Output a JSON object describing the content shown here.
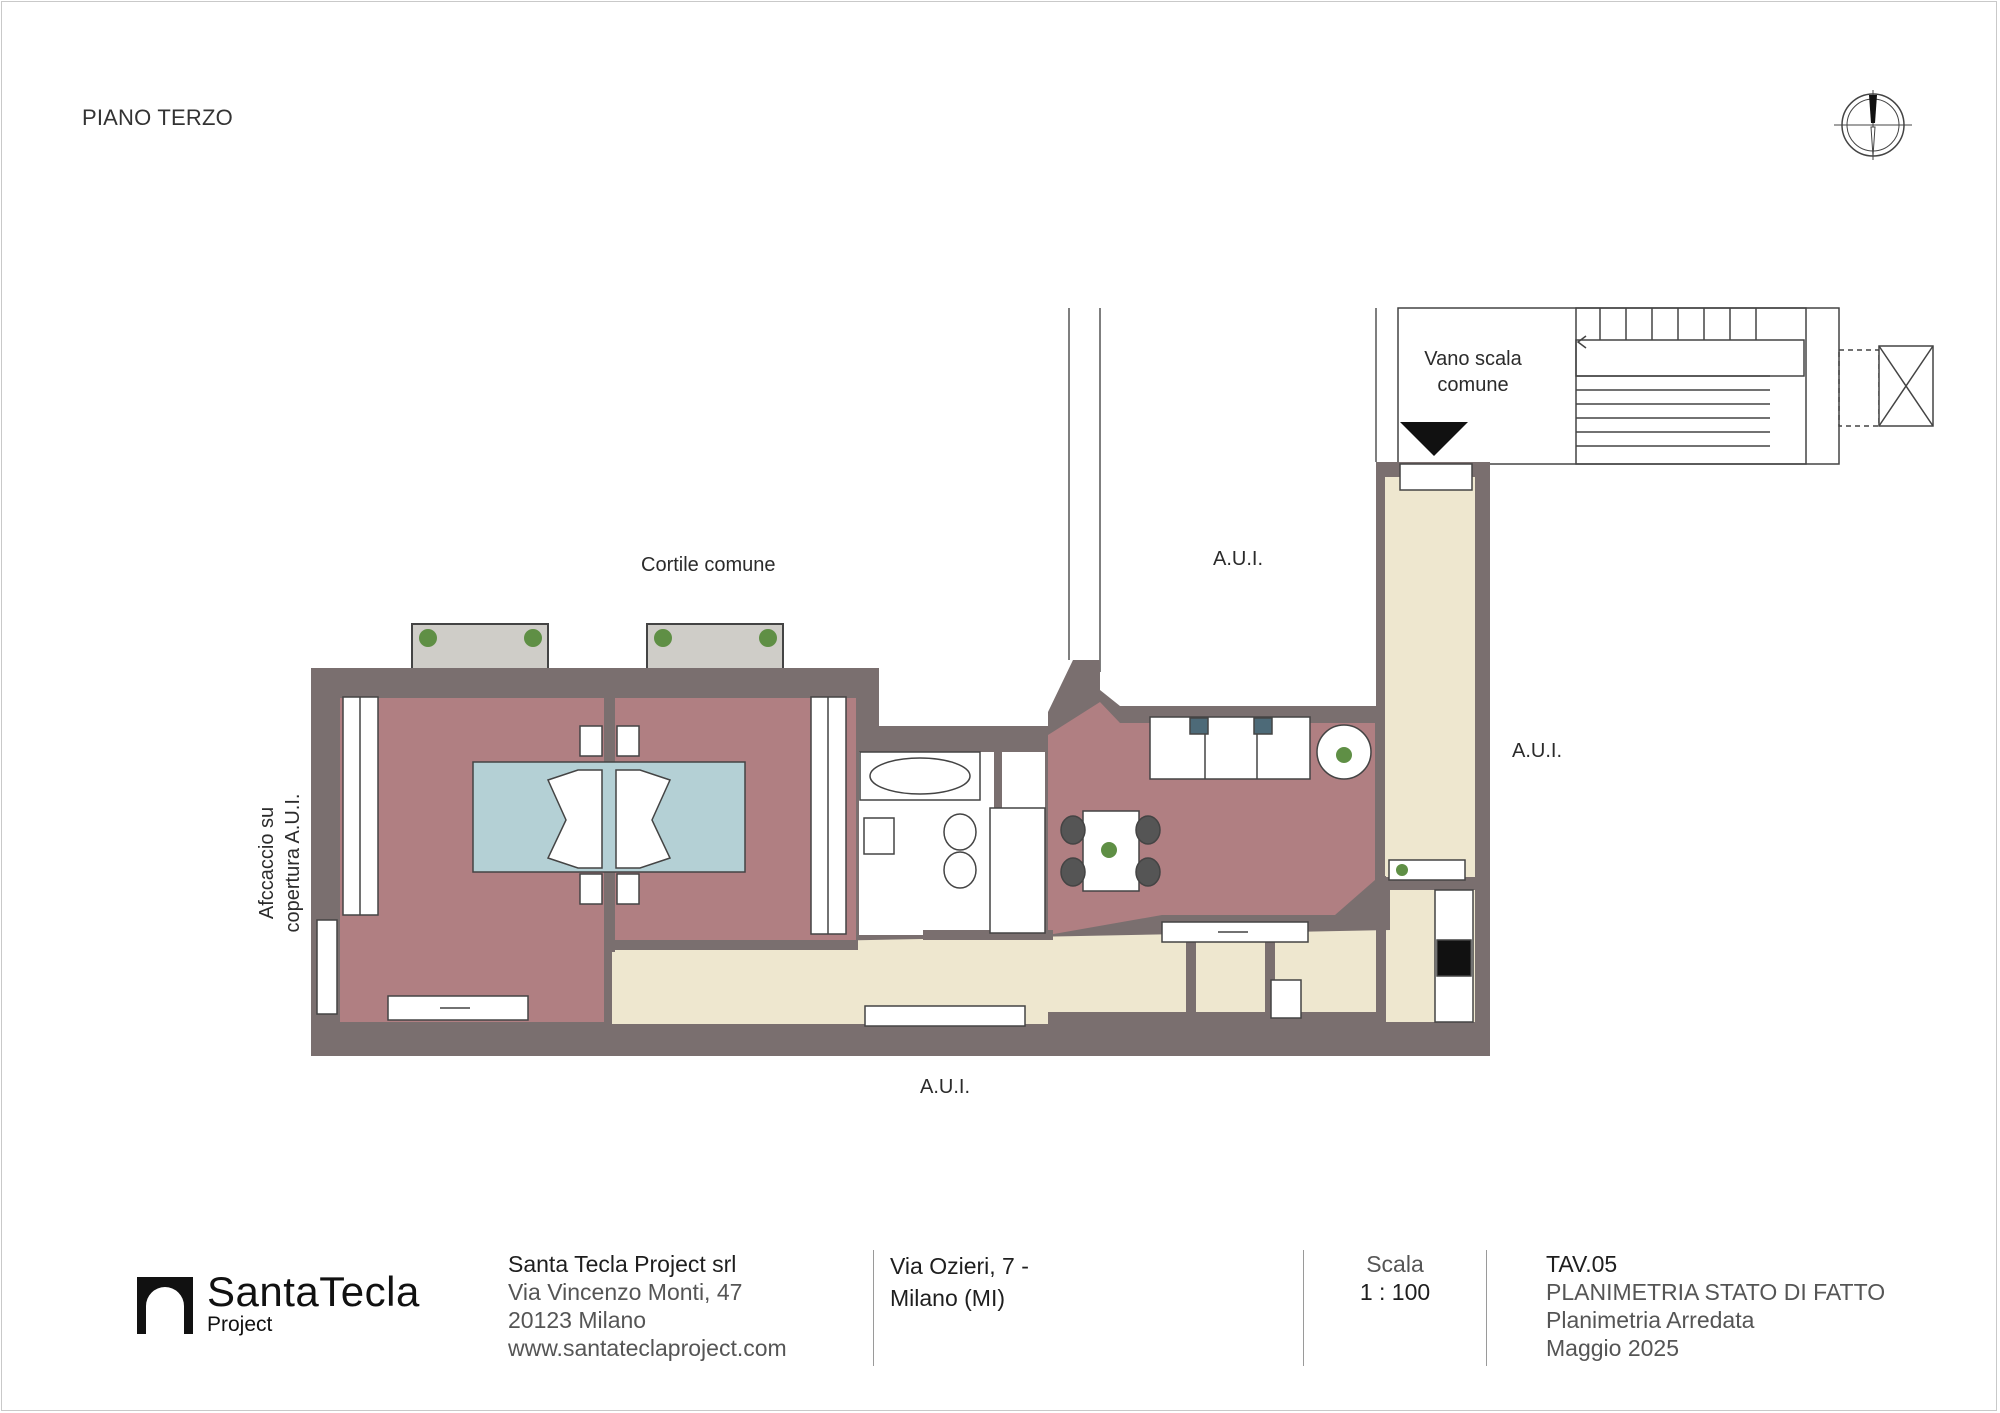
{
  "sheet": {
    "floor_label": "PIANO TERZO"
  },
  "plan_labels": {
    "courtyard": "Cortile comune",
    "aui_top": "A.U.I.",
    "aui_right": "A.U.I.",
    "aui_bottom": "A.U.I.",
    "stair_line1": "Vano scala",
    "stair_line2": "comune",
    "overlook_line1": "Afccaccio su",
    "overlook_line2": "copertura A.U.I."
  },
  "colors": {
    "wall": "#7a6f6f",
    "room_floor": "#b07f82",
    "corridor_floor": "#eee7cf",
    "bathroom_floor": "#ffffff",
    "bed": "#b4d0d5",
    "balcony": "#cfcdc8"
  },
  "footer": {
    "logo_name": "SantaTecla",
    "logo_sub": "Project",
    "company_name": "Santa Tecla Project srl",
    "company_address": "Via Vincenzo Monti, 47",
    "company_city": "20123 Milano",
    "company_web": "www.santateclaproject.com",
    "site_line1": "Via Ozieri, 7 -",
    "site_line2": "Milano (MI)",
    "scale_label": "Scala",
    "scale_value": "1 : 100",
    "tav": "TAV.05",
    "tav_title": "PLANIMETRIA STATO DI FATTO",
    "tav_subtitle": "Planimetria Arredata",
    "tav_date": "Maggio 2025"
  }
}
